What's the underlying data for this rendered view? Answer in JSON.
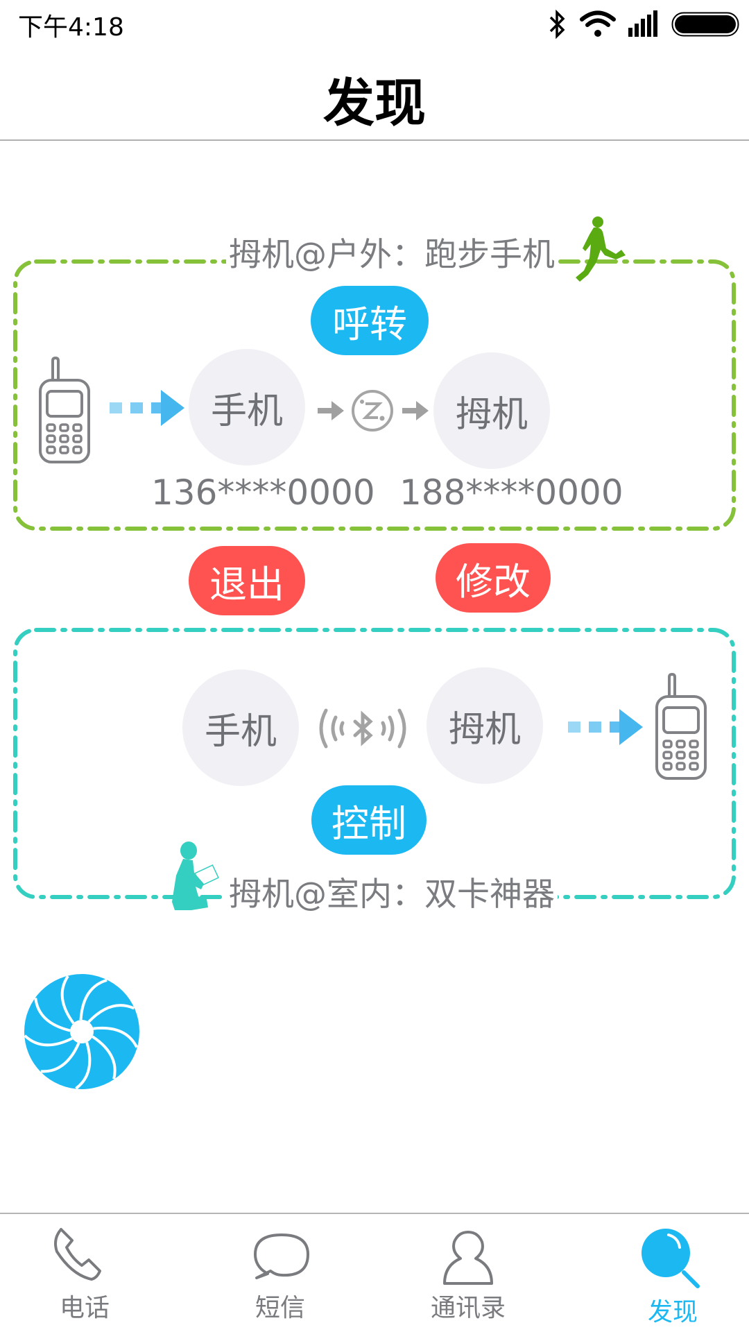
{
  "status_bar": {
    "time": "下午4:18",
    "icons": [
      "bluetooth-icon",
      "wifi-icon",
      "signal-icon",
      "battery-icon"
    ]
  },
  "header": {
    "title": "发现"
  },
  "outdoor_card": {
    "title": "拇机@户外：跑步手机",
    "frame_color": "#86c13a",
    "decoration": "runner-icon",
    "action_label": "呼转",
    "source_icon": "feature-phone-icon",
    "nodes": [
      {
        "label": "手机",
        "number": "136****0000"
      },
      {
        "label": "拇机",
        "number": "188****0000"
      }
    ],
    "link_icon": "forward-z-icon"
  },
  "actions": {
    "exit_label": "退出",
    "modify_label": "修改",
    "color": "#fe5350"
  },
  "indoor_card": {
    "title": "拇机@室内：双卡神器",
    "frame_color": "#34cfc0",
    "decoration": "reader-icon",
    "action_label": "控制",
    "nodes": [
      {
        "label": "手机"
      },
      {
        "label": "拇机"
      }
    ],
    "link_icon": "bluetooth-waves-icon",
    "target_icon": "feature-phone-icon"
  },
  "floating_button": {
    "icon": "shutter-icon",
    "color": "#1cb8f2"
  },
  "bottom_nav": {
    "active_color": "#1cb8f2",
    "inactive_color": "#7a7b7e",
    "items": [
      {
        "label": "电话",
        "icon": "phone-icon",
        "active": false
      },
      {
        "label": "短信",
        "icon": "chat-bubble-icon",
        "active": false
      },
      {
        "label": "通讯录",
        "icon": "contact-icon",
        "active": false
      },
      {
        "label": "发现",
        "icon": "search-icon",
        "active": true
      }
    ]
  }
}
